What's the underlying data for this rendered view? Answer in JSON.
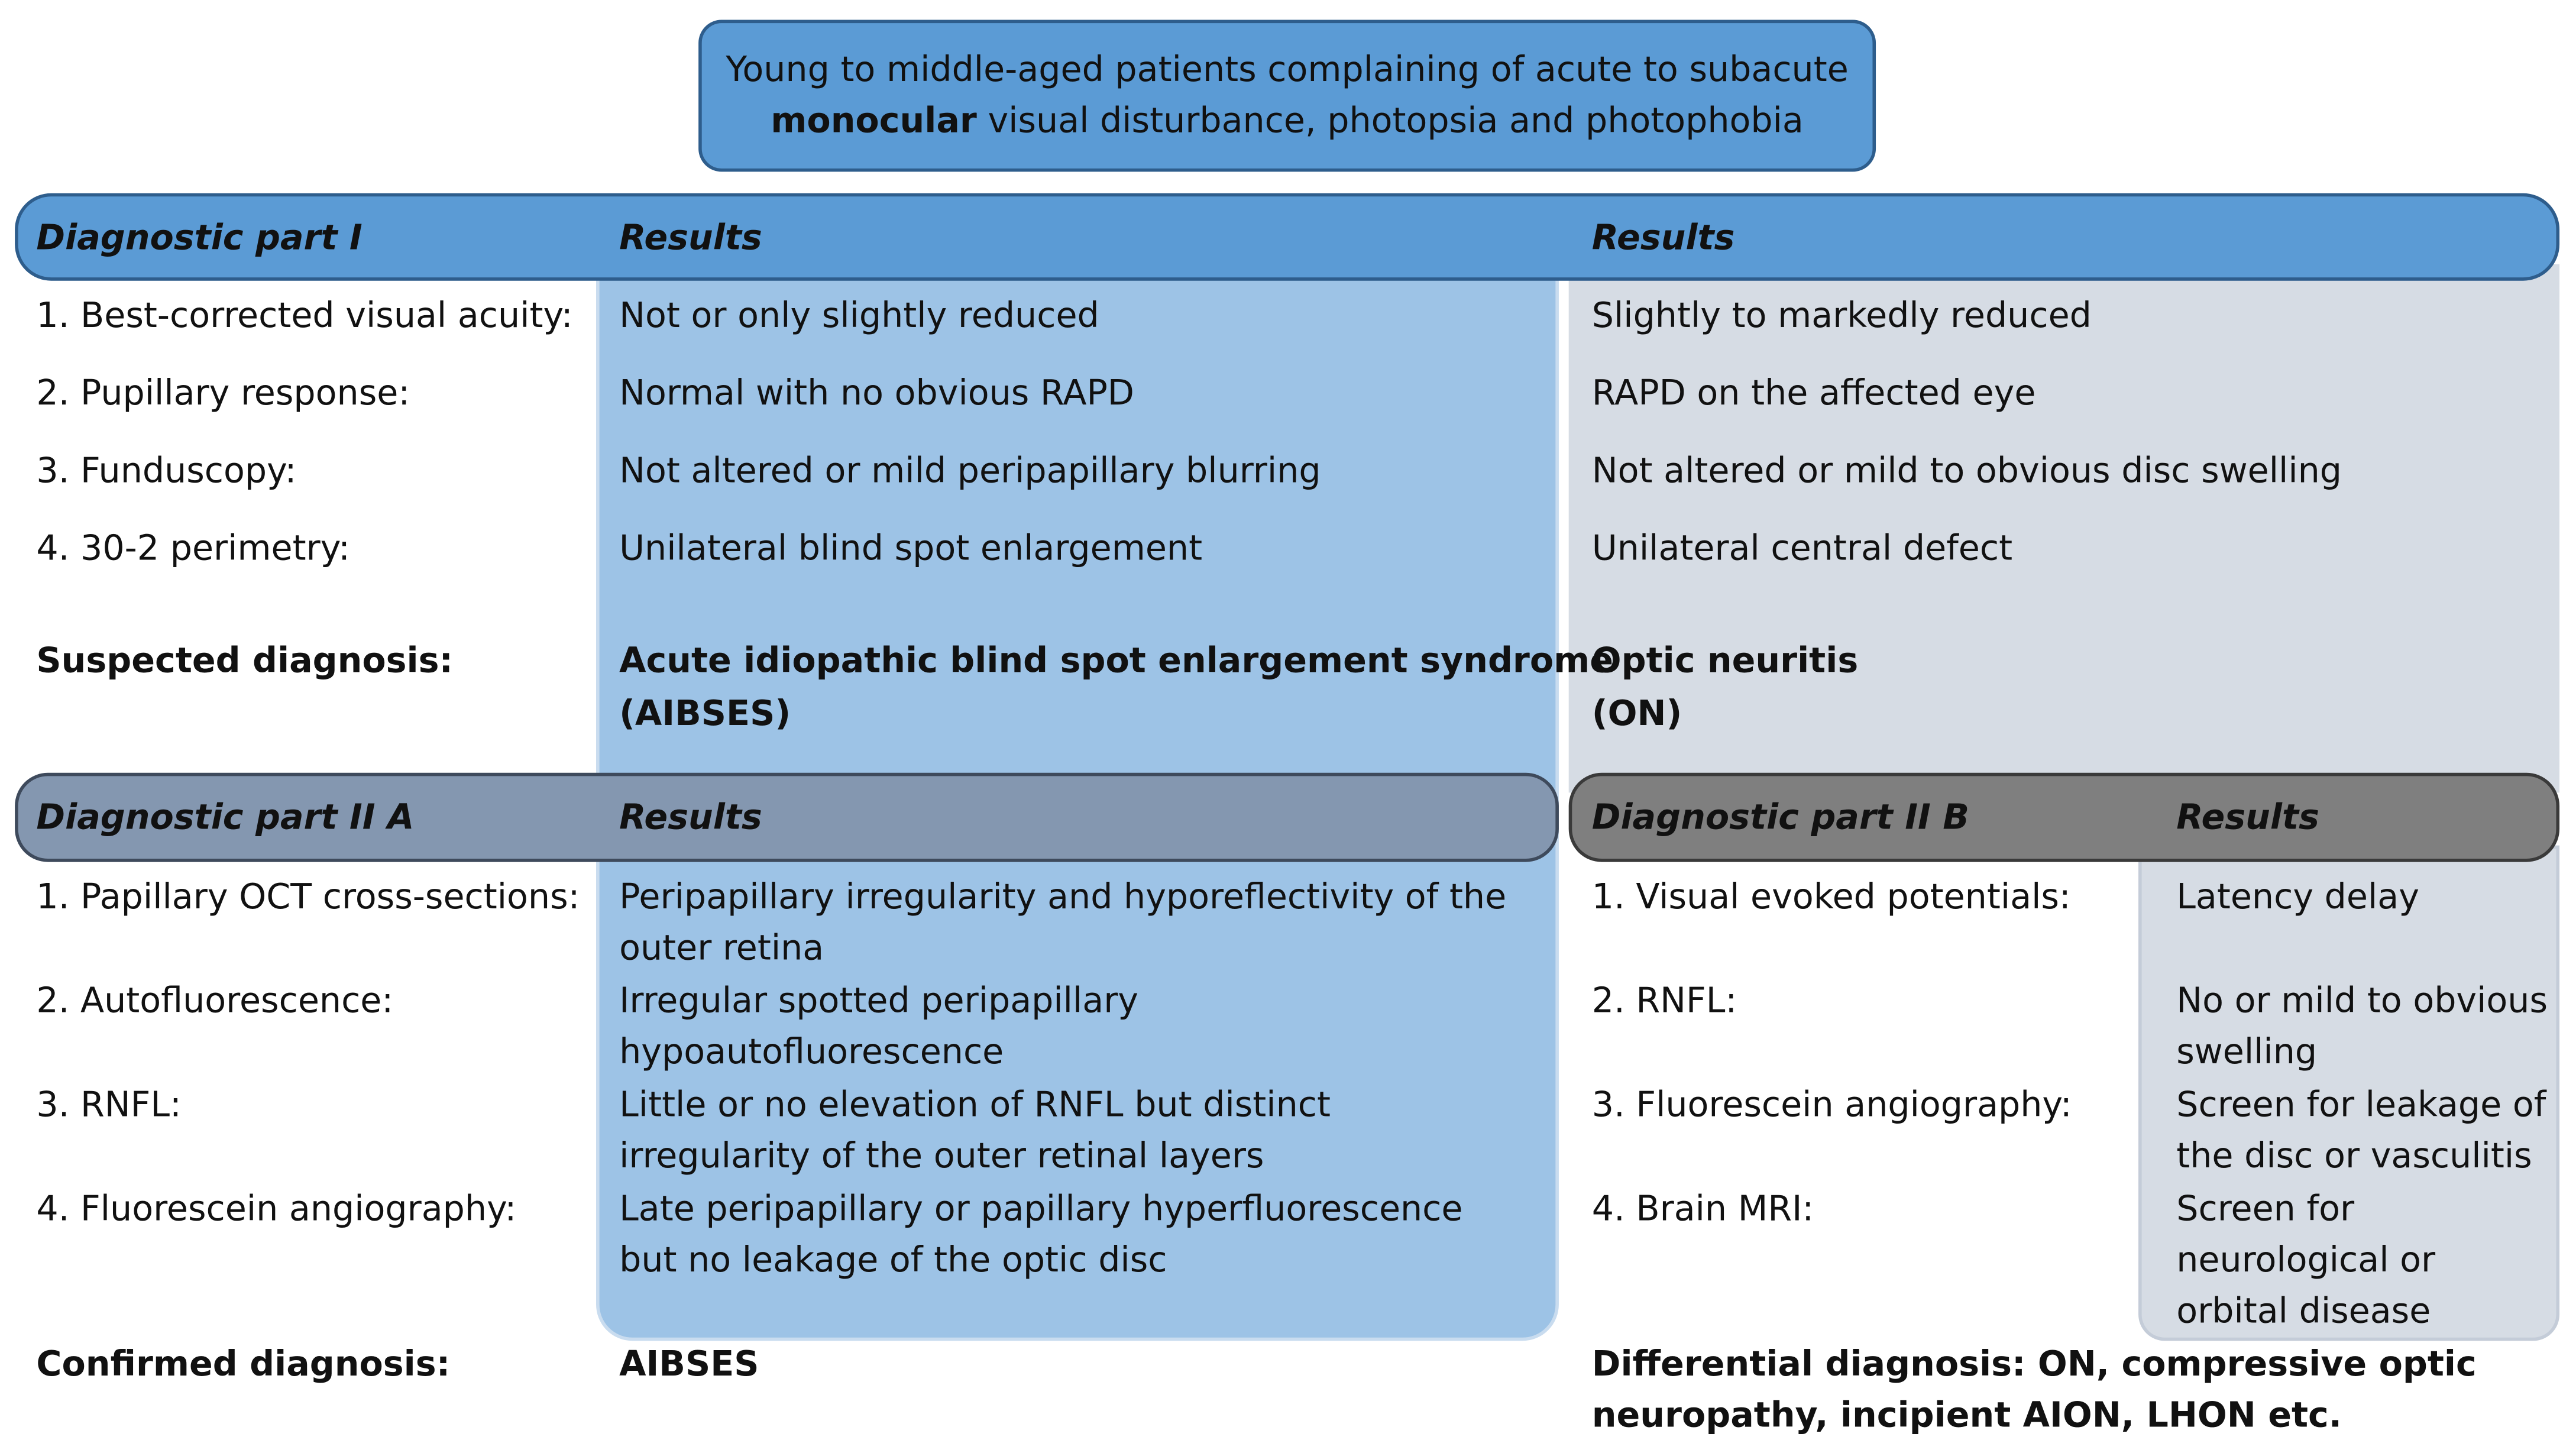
{
  "intro": {
    "line1": "Young to middle-aged patients complaining of acute to subacute",
    "line2_bold": "monocular",
    "line2_rest": " visual disturbance, photopsia and photophobia"
  },
  "part1": {
    "header": "Diagnostic part I",
    "results_a": "Results",
    "results_b": "Results",
    "rows": [
      {
        "label": "1. Best-corrected visual acuity:",
        "a": "Not or only slightly reduced",
        "b": "Slightly to markedly reduced"
      },
      {
        "label": "2. Pupillary response:",
        "a": "Normal with no obvious RAPD",
        "b": "RAPD on the affected eye"
      },
      {
        "label": "3. Funduscopy:",
        "a": "Not altered or mild peripapillary blurring",
        "b": "Not altered or mild to obvious disc swelling"
      },
      {
        "label": "4. 30-2 perimetry:",
        "a": "Unilateral blind spot enlargement",
        "b": "Unilateral central defect"
      }
    ],
    "suspected_label": "Suspected diagnosis:",
    "suspected_a": [
      "Acute idiopathic blind spot enlargement syndrome",
      "(AIBSES)"
    ],
    "suspected_b": [
      "Optic neuritis",
      "(ON)"
    ]
  },
  "part2a": {
    "header": "Diagnostic part II A",
    "results": "Results",
    "rows": [
      {
        "label": "1. Papillary OCT cross-sections:",
        "value": [
          "Peripapillary irregularity and hyporeflectivity of the",
          "outer retina"
        ]
      },
      {
        "label": "2. Autofluorescence:",
        "value": [
          "Irregular spotted peripapillary",
          "hypoautofluorescence"
        ]
      },
      {
        "label": "3. RNFL:",
        "value": [
          "Little or no elevation of RNFL but distinct",
          "irregularity of the outer retinal layers"
        ]
      },
      {
        "label": "4. Fluorescein angiography:",
        "value": [
          "Late peripapillary or papillary hyperfluorescence",
          "but no leakage of the optic disc"
        ]
      }
    ],
    "confirmed_label": "Confirmed diagnosis:",
    "confirmed_value": "AIBSES"
  },
  "part2b": {
    "header": "Diagnostic part II B",
    "results": "Results",
    "rows": [
      {
        "label": "1. Visual evoked potentials:",
        "value": [
          "Latency delay"
        ]
      },
      {
        "label": "2. RNFL:",
        "value": [
          "No or mild to obvious",
          "swelling"
        ]
      },
      {
        "label": "3. Fluorescein angiography:",
        "value": [
          "Screen for leakage of",
          "the disc or vasculitis"
        ]
      },
      {
        "label": "4. Brain MRI:",
        "value": [
          "Screen for",
          "neurological or",
          "orbital disease"
        ]
      }
    ],
    "differential": [
      "Differential diagnosis: ON, compressive optic",
      "neuropathy, incipient AION, LHON etc."
    ]
  }
}
